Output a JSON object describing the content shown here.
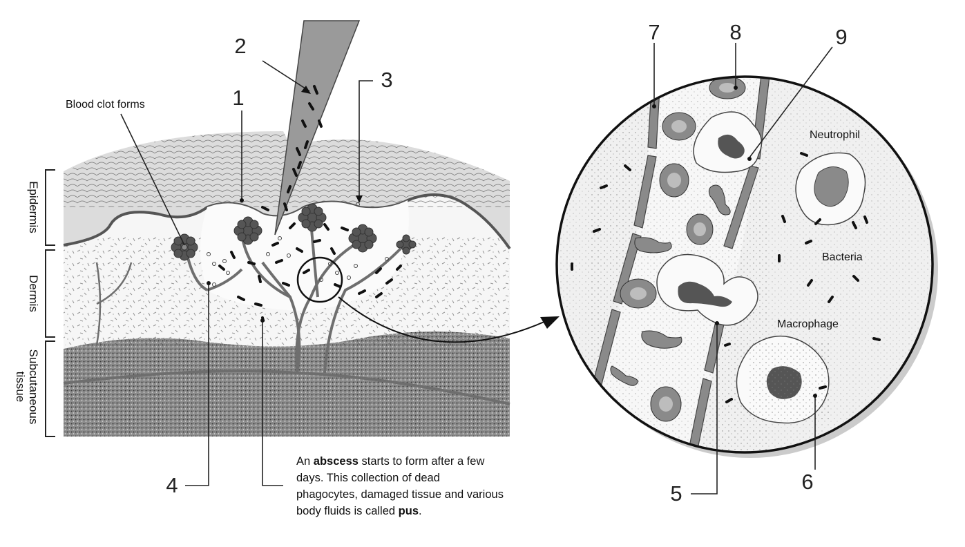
{
  "labels": {
    "n1": "1",
    "n2": "2",
    "n3": "3",
    "n4": "4",
    "n5": "5",
    "n6": "6",
    "n7": "7",
    "n8": "8",
    "n9": "9",
    "blood_clot": "Blood clot forms",
    "neutrophil": "Neutrophil",
    "bacteria": "Bacteria",
    "macrophage": "Macrophage"
  },
  "layers": {
    "epidermis": "Epidermis",
    "dermis": "Dermis",
    "subcutaneous_1": "Subcutaneous",
    "subcutaneous_2": "tissue"
  },
  "caption": {
    "part1": "An ",
    "bold1": "abscess",
    "part2": " starts to form after a few days. This collection of dead phagocytes, damaged tissue and various body fluids is called ",
    "bold2": "pus",
    "part3": "."
  }
}
